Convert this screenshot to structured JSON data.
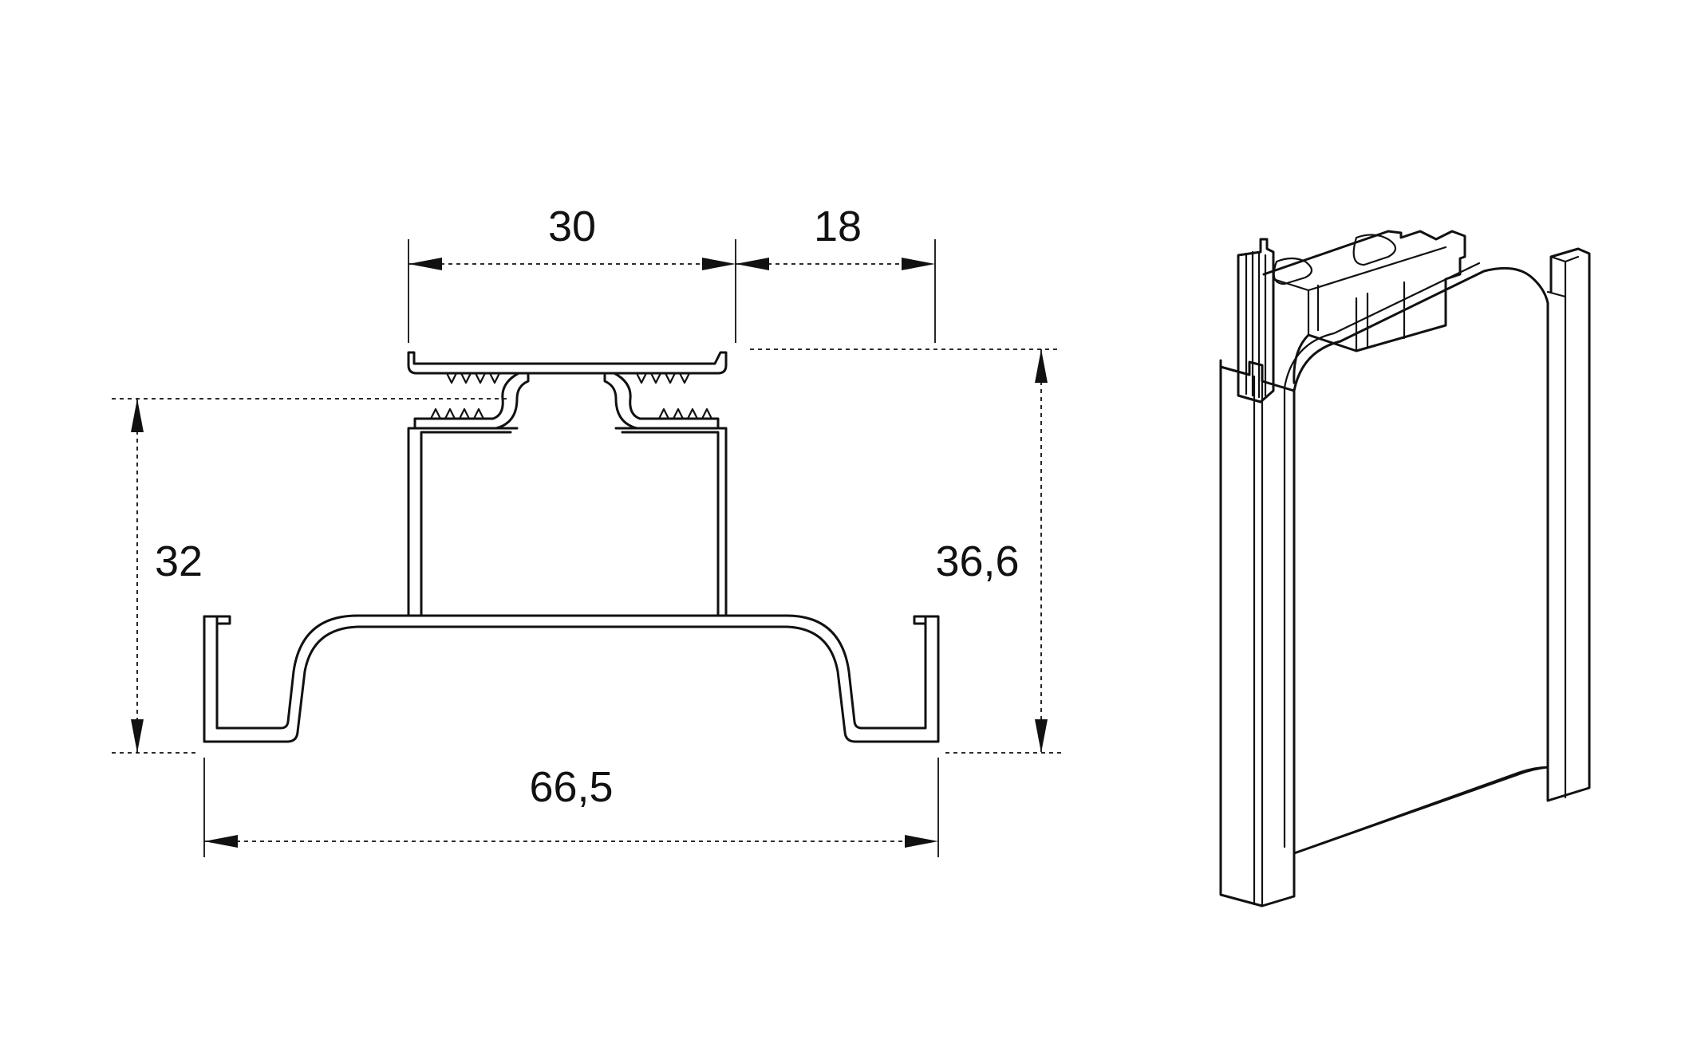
{
  "diagram": {
    "dimensions": {
      "top_width": "30",
      "offset": "18",
      "left_height": "32",
      "right_height": "36,6",
      "total_width": "66,5"
    },
    "colors": {
      "stroke": "#111111",
      "background": "#ffffff"
    }
  }
}
